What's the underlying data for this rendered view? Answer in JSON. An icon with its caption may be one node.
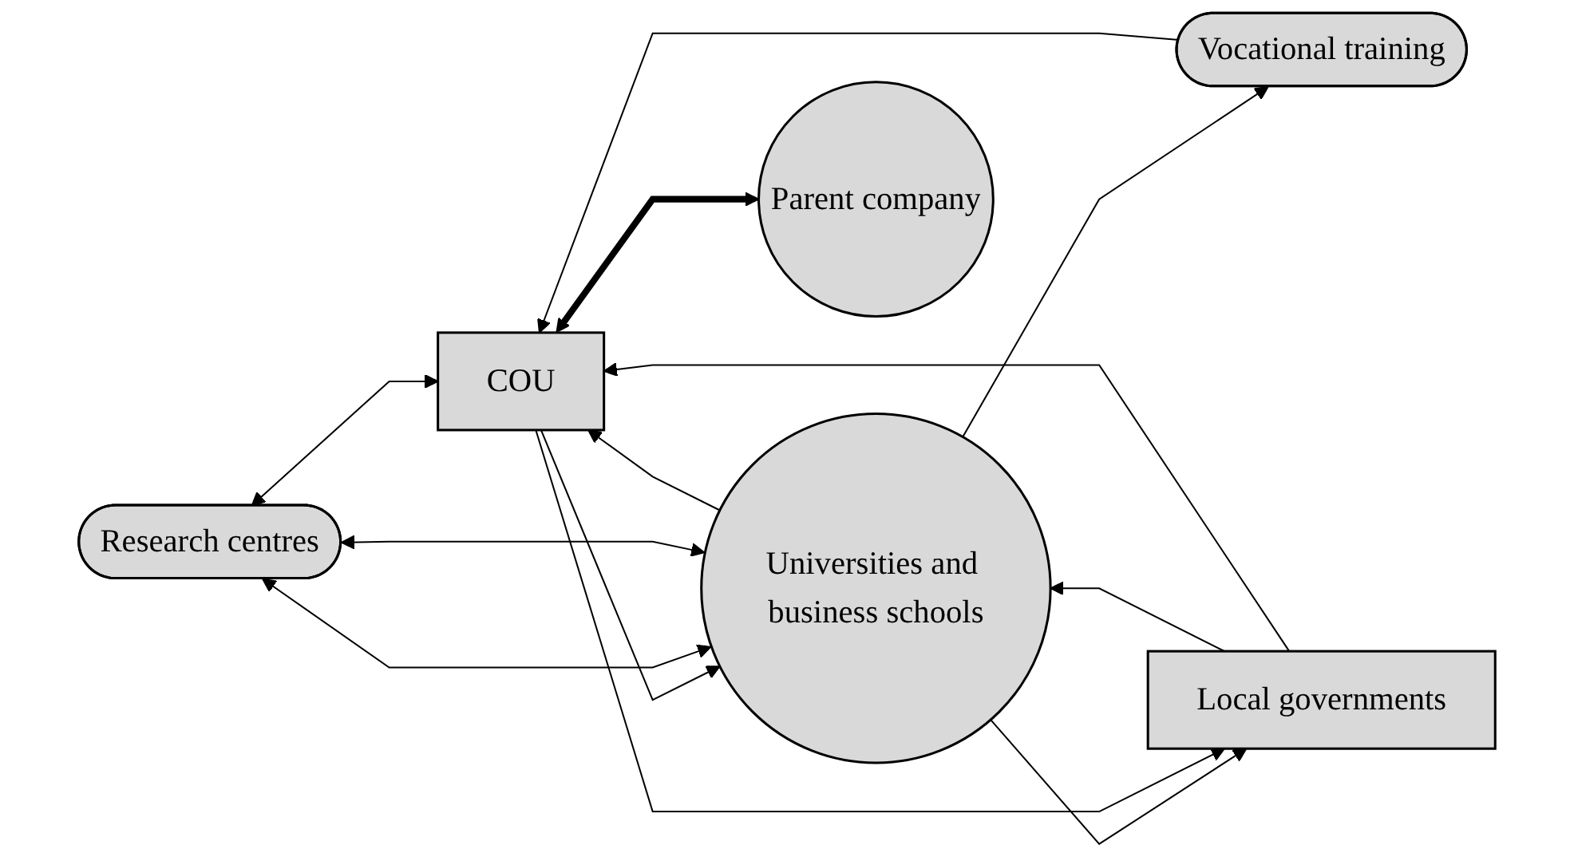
{
  "diagram": {
    "nodes": [
      {
        "text": [
          "Research centres"
        ]
      },
      {
        "text": [
          "Universities and business schools"
        ]
      },
      {
        "text": [
          "COU"
        ]
      },
      {
        "text": [
          "Parent company"
        ]
      },
      {
        "text": [
          "Vocational training"
        ]
      },
      {
        "text": [
          "Local governments"
        ]
      }
    ],
    "edges": [
      {
        "from": 1,
        "to": 0,
        "arrow": "both"
      },
      {
        "from": 1,
        "to": 0,
        "arrow": "both"
      },
      {
        "from": 0,
        "to": 2,
        "arrow": "both"
      },
      {
        "from": 2,
        "to": 1,
        "arrow": "to"
      },
      {
        "from": 1,
        "to": 2,
        "arrow": "to"
      },
      {
        "from": 1,
        "to": 4,
        "arrow": "to"
      },
      {
        "from": 4,
        "to": 2,
        "arrow": "to"
      },
      {
        "from": 2,
        "to": 3,
        "arrow": "both",
        "style": "thick"
      },
      {
        "from": 1,
        "to": 5,
        "arrow": "to"
      },
      {
        "from": 5,
        "to": 1,
        "arrow": "to"
      },
      {
        "from": 2,
        "to": 5,
        "arrow": "to"
      },
      {
        "from": 5,
        "to": 2,
        "arrow": "to"
      }
    ]
  }
}
